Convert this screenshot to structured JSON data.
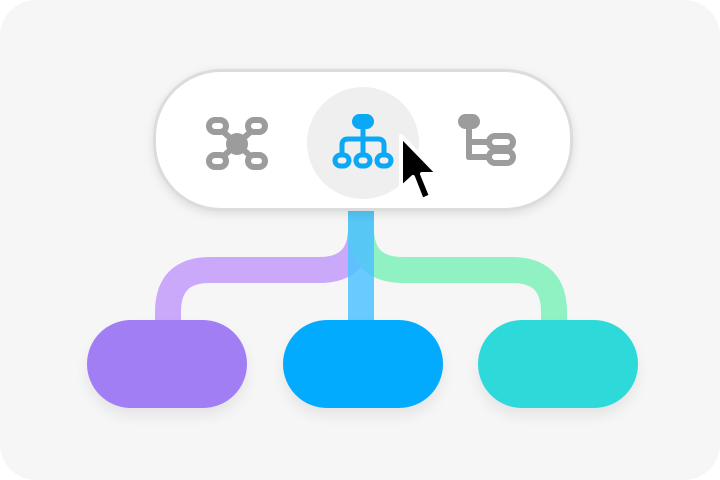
{
  "colors": {
    "background": "#f6f6f6",
    "icon_inactive": "#9c9c9c",
    "icon_active": "#0aa8f5",
    "selected_fill": "#efefef",
    "left_branch": "#c39bfa",
    "center_branch": "#4fc2ff",
    "right_branch": "#7ef0ba",
    "left_node": "#a27ef5",
    "center_node": "#02abfd",
    "right_node": "#2ed9da"
  },
  "layout_switcher": {
    "selected": "org-chart",
    "options": [
      {
        "id": "mind-map",
        "icon": "mind-map-icon",
        "active": false
      },
      {
        "id": "org-chart",
        "icon": "org-chart-icon",
        "active": true
      },
      {
        "id": "logic-tree",
        "icon": "logic-tree-icon",
        "active": false
      }
    ]
  },
  "nodes": [
    {
      "id": "left",
      "color": "#a27ef5"
    },
    {
      "id": "center",
      "color": "#02abfd"
    },
    {
      "id": "right",
      "color": "#2ed9da"
    }
  ],
  "cursor": {
    "icon": "arrow-cursor-icon"
  }
}
